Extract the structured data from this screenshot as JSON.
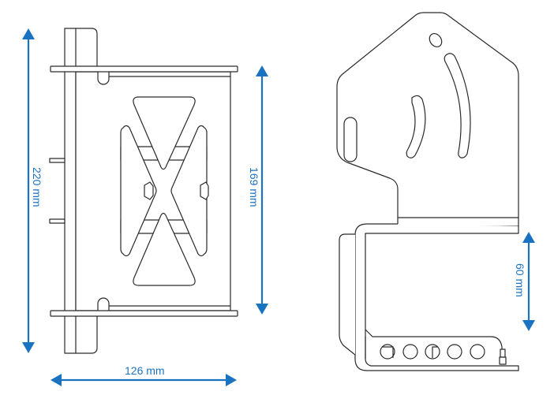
{
  "dimensions": {
    "height_total": "220 mm",
    "height_plate": "169 mm",
    "width": "126 mm",
    "clamp_depth": "60 mm"
  },
  "colors": {
    "dimension": "#1a73c0",
    "outline": "#2a2a2a"
  }
}
